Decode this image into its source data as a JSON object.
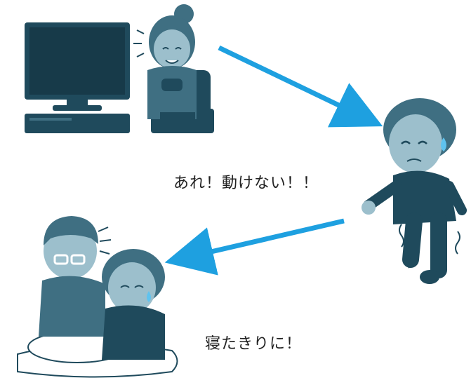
{
  "captions": {
    "cannot_move": "あれ！動けない！！",
    "bedridden": "寝たきりに！"
  },
  "colors": {
    "arrow": "#1ea0e0",
    "figure_dark": "#1f4a5c",
    "figure_mid": "#3f6f82",
    "figure_light": "#8fb3c2",
    "skin": "#9cbfcc",
    "sweat": "#5fc3ef"
  },
  "illustrations": [
    "woman-playing-video-game",
    "trembling-woman-with-sweat",
    "bedridden-woman-with-caregiver"
  ]
}
